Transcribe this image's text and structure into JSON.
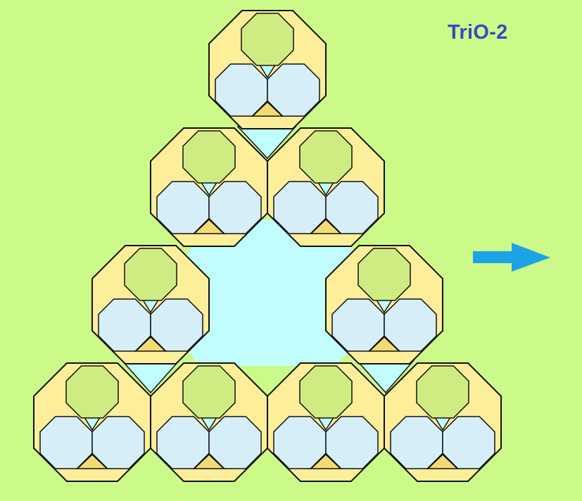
{
  "title": "TriO-2",
  "colors": {
    "background": "#ccfa88",
    "outer_octagon": "#fdee9a",
    "top_octagon": "#cfec83",
    "lower_octagons": "#d6eef7",
    "gap_fill": "#c1fdfd",
    "stroke": "#111111",
    "arrow": "#1ca3e5",
    "title": "#3b48c4"
  },
  "arrow": {
    "direction": "right",
    "icon": "right-arrow-icon"
  },
  "tiles": [
    {
      "row": 0,
      "col": 0
    },
    {
      "row": 1,
      "col": 0
    },
    {
      "row": 1,
      "col": 1
    },
    {
      "row": 2,
      "col": 0
    },
    {
      "row": 2,
      "col": 2
    },
    {
      "row": 3,
      "col": 0
    },
    {
      "row": 3,
      "col": 1
    },
    {
      "row": 3,
      "col": 2
    },
    {
      "row": 3,
      "col": 3
    }
  ]
}
